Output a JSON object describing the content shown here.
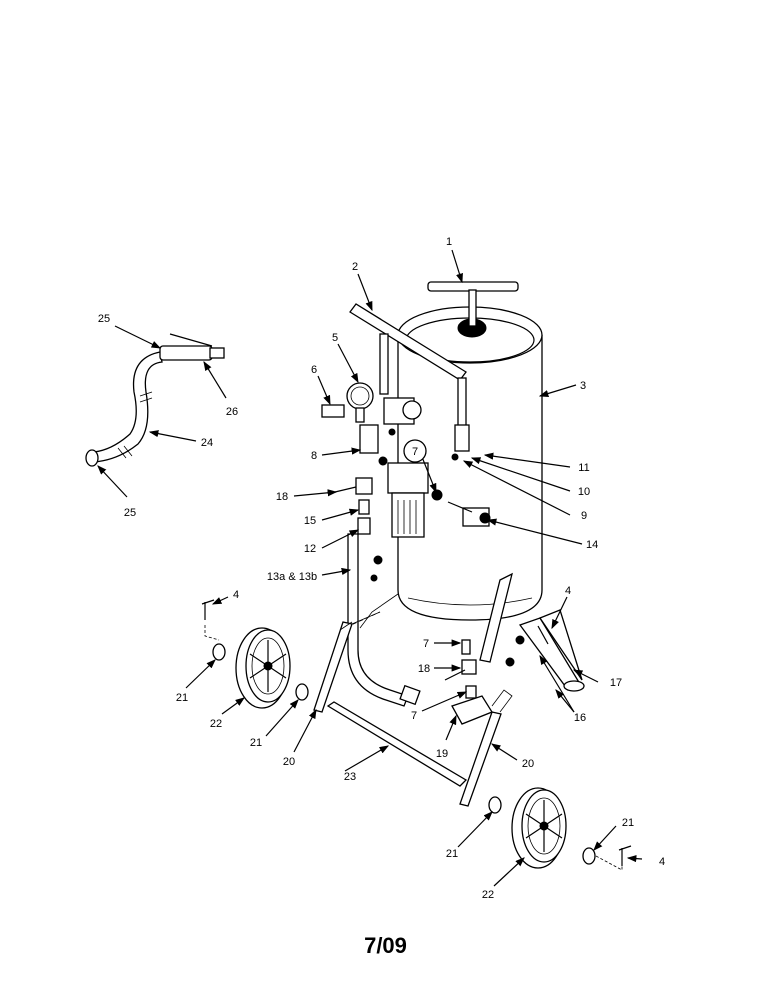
{
  "footer": "7/09",
  "callouts": [
    "1",
    "2",
    "3",
    "4",
    "4",
    "5",
    "6",
    "7",
    "7",
    "7",
    "8",
    "9",
    "10",
    "11",
    "12",
    "13a & 13b",
    "14",
    "15",
    "16",
    "17",
    "18",
    "18",
    "19",
    "20",
    "20",
    "21",
    "21",
    "21",
    "21",
    "22",
    "22",
    "23",
    "24",
    "25",
    "25",
    "26"
  ]
}
